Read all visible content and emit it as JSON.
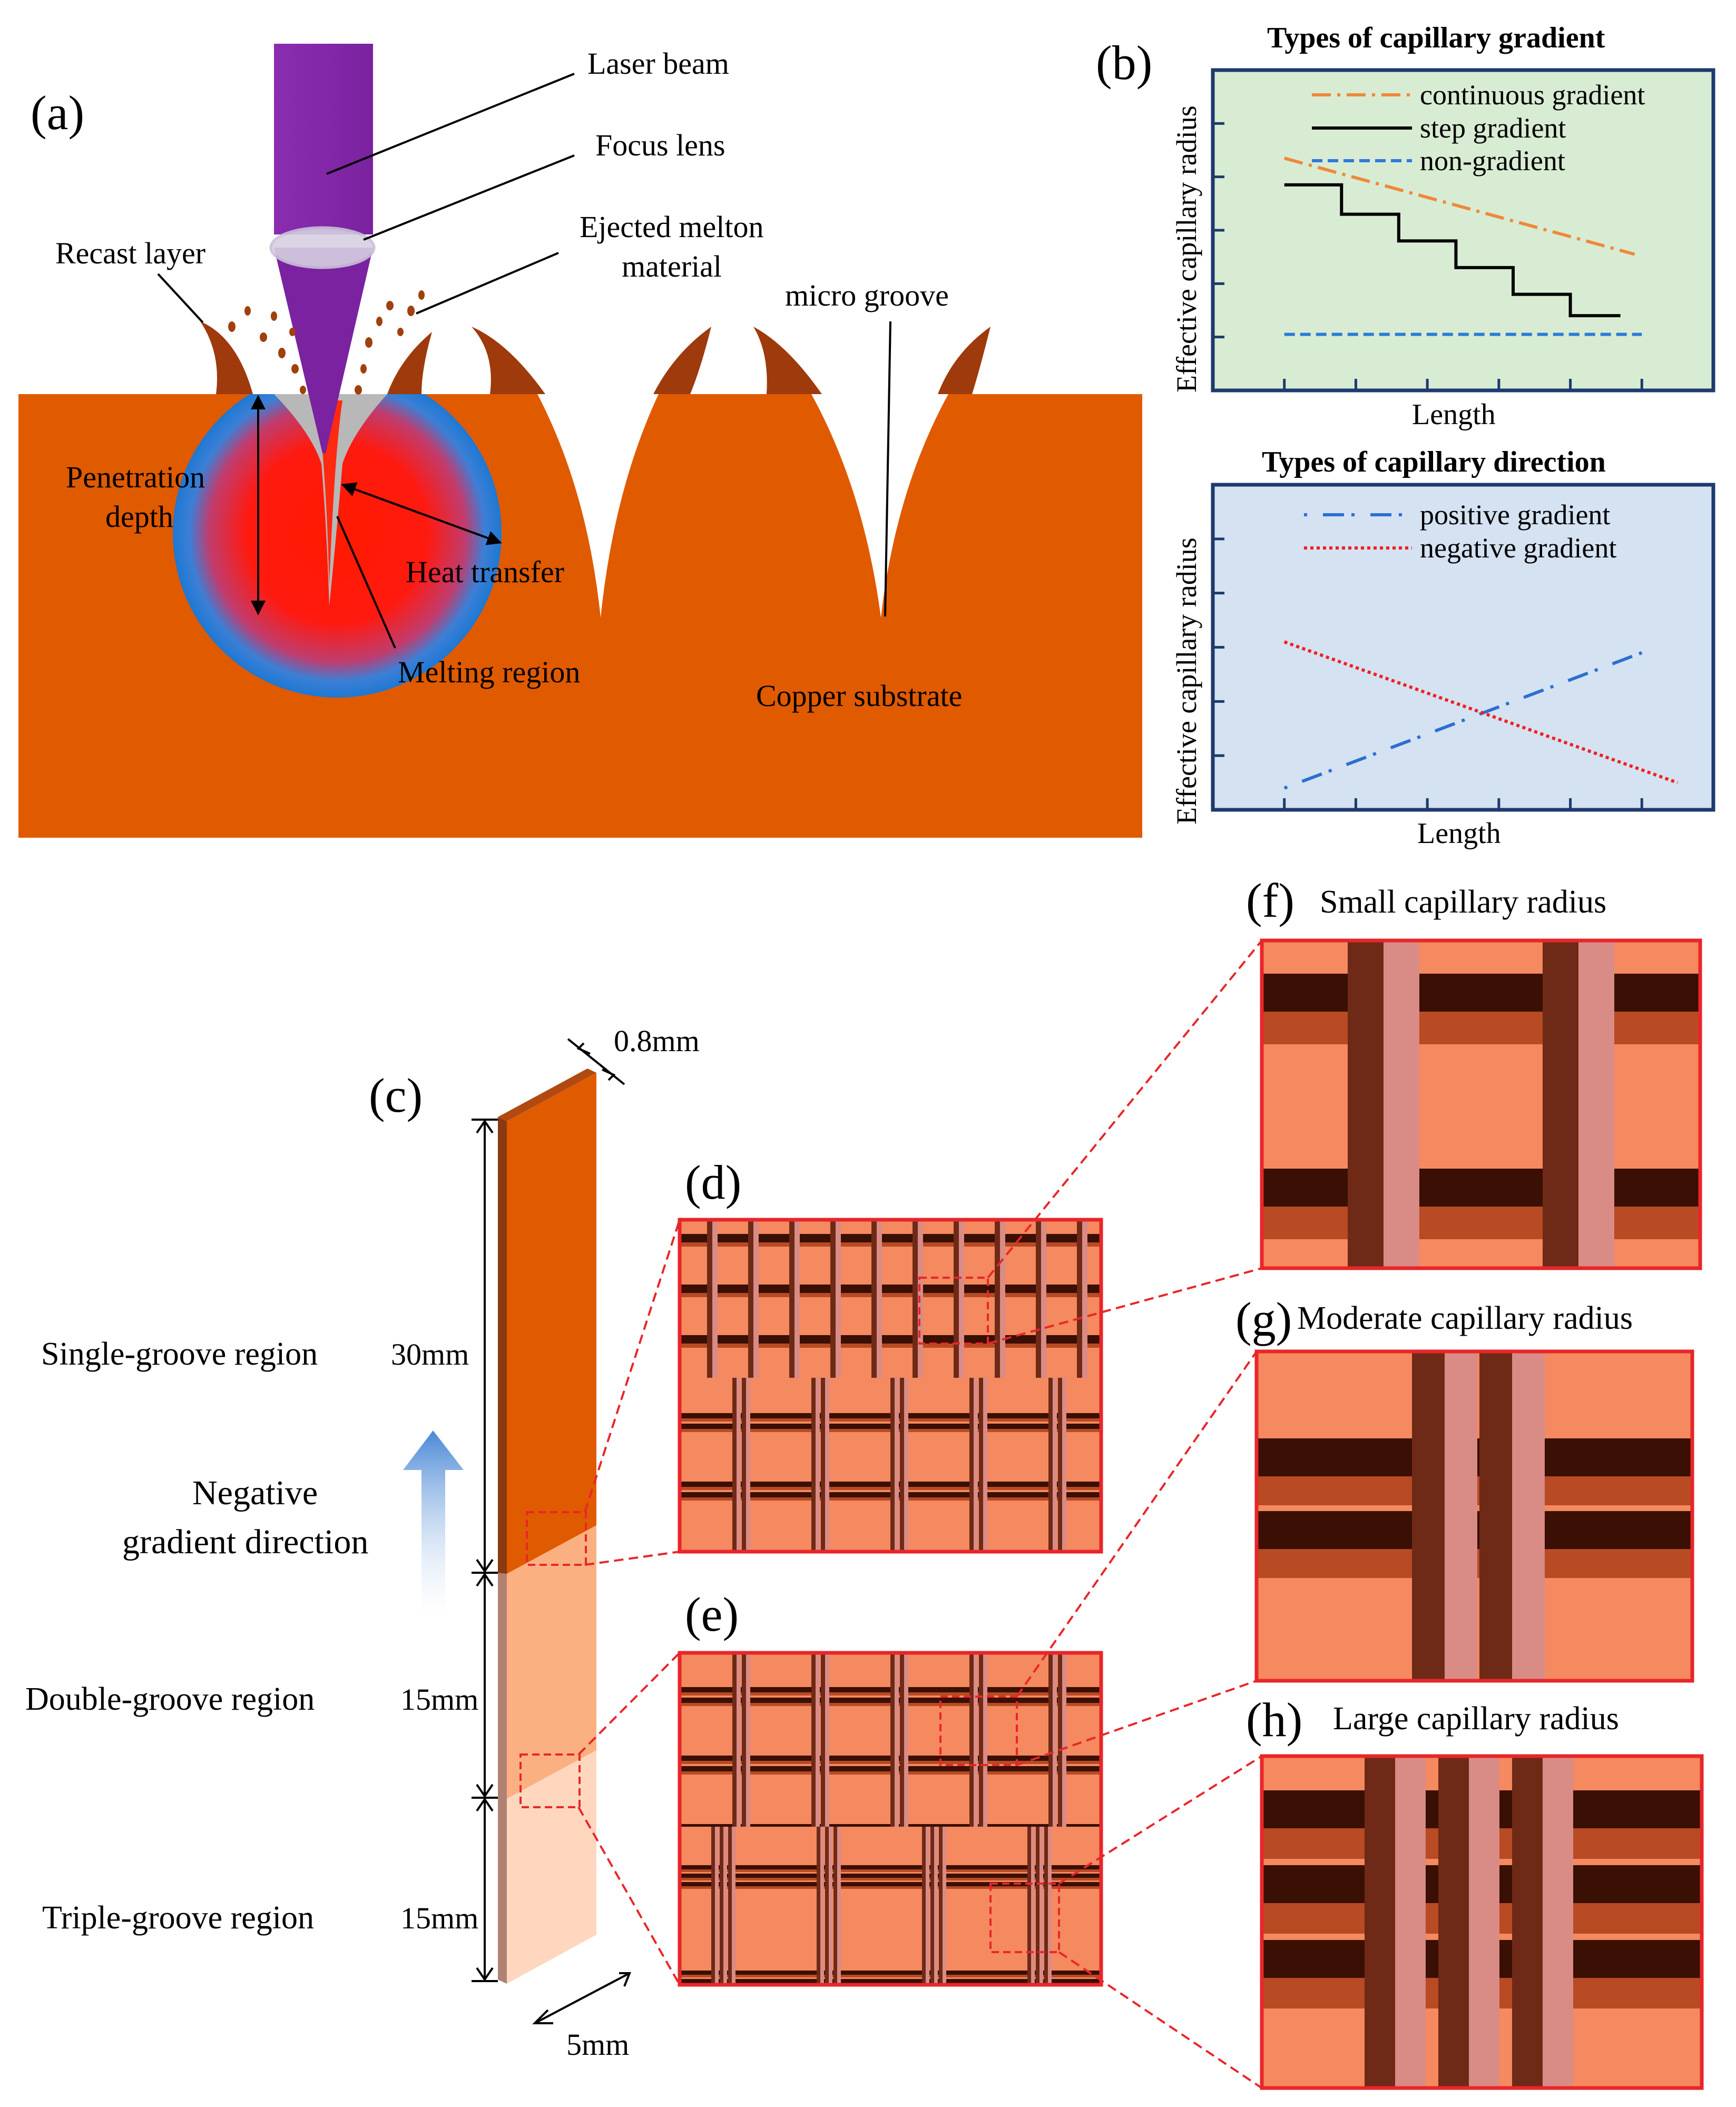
{
  "panel_a": {
    "label": "(a)",
    "laser_beam": "Laser beam",
    "focus_lens": "Focus lens",
    "ejected_line1": "Ejected melton",
    "ejected_line2": "material",
    "recast_layer": "Recast layer",
    "micro_groove": "micro groove",
    "penetration_line1": "Penetration",
    "penetration_line2": "depth",
    "heat_transfer": "Heat transfer",
    "melting_region": "Melting region",
    "copper_substrate": "Copper substrate"
  },
  "panel_b": {
    "label": "(b)",
    "chart1": {
      "title": "Types of capillary gradient",
      "ylabel": "Effective capillary radius",
      "xlabel": "Length",
      "legend": [
        "continuous gradient",
        "step gradient",
        "non-gradient"
      ]
    },
    "chart2": {
      "title": "Types of capillary direction",
      "ylabel": "Effective capillary radius",
      "xlabel": "Length",
      "legend": [
        "positive gradient",
        "negative gradient"
      ]
    }
  },
  "panel_c": {
    "label": "(c)",
    "thickness": "0.8mm",
    "width": "5mm",
    "single_region": "Single-groove region",
    "single_len": "30mm",
    "double_region": "Double-groove region",
    "double_len": "15mm",
    "triple_region": "Triple-groove region",
    "triple_len": "15mm",
    "arrow_line1": "Negative",
    "arrow_line2": "gradient  direction"
  },
  "labels": {
    "d": "(d)",
    "e": "(e)",
    "f": "(f)",
    "g": "(g)",
    "h": "(h)"
  },
  "captions": {
    "f": "Small capillary  radius",
    "g": "Moderate capillary  radius",
    "h": "Large  capillary  radius"
  },
  "colors": {
    "copper": "#E05A00",
    "melt_red": "#FF1A00",
    "heat_blue": "#1E78D2",
    "groove_dark": "#3A0F04",
    "groove_light": "#F08A64",
    "inset_border": "#E8262A",
    "chart1_bg": "#D8ECD3",
    "chart2_bg": "#D4E2F2",
    "continuous": "#F0883A",
    "step": "#000000",
    "non_gradient": "#2D7BD8",
    "positive": "#2D6FD0",
    "negative": "#F0201E"
  },
  "chart_data": [
    {
      "type": "line",
      "title": "Types of capillary gradient",
      "xlabel": "Length",
      "ylabel": "Effective capillary radius",
      "legend_position": "top",
      "series": [
        {
          "name": "continuous gradient",
          "style": "dash-dot",
          "points": [
            [
              1.0,
              4.35
            ],
            [
              5.9,
              2.55
            ]
          ]
        },
        {
          "name": "step gradient",
          "style": "solid",
          "points": [
            [
              1.0,
              3.85
            ],
            [
              1.8,
              3.85
            ],
            [
              1.8,
              3.3
            ],
            [
              2.6,
              3.3
            ],
            [
              2.6,
              2.8
            ],
            [
              3.4,
              2.8
            ],
            [
              3.4,
              2.3
            ],
            [
              4.2,
              2.3
            ],
            [
              4.2,
              1.8
            ],
            [
              5.0,
              1.8
            ],
            [
              5.0,
              1.4
            ],
            [
              5.7,
              1.4
            ]
          ]
        },
        {
          "name": "non-gradient",
          "style": "dashed",
          "points": [
            [
              1.0,
              1.05
            ],
            [
              6.0,
              1.05
            ]
          ]
        }
      ]
    },
    {
      "type": "line",
      "title": "Types of capillary direction",
      "xlabel": "Length",
      "ylabel": "Effective capillary radius",
      "legend_position": "top",
      "series": [
        {
          "name": "positive gradient",
          "style": "long-dash",
          "points": [
            [
              1.0,
              0.4
            ],
            [
              6.0,
              2.9
            ]
          ]
        },
        {
          "name": "negative gradient",
          "style": "dotted",
          "points": [
            [
              1.0,
              3.1
            ],
            [
              6.5,
              0.5
            ]
          ]
        }
      ]
    }
  ]
}
